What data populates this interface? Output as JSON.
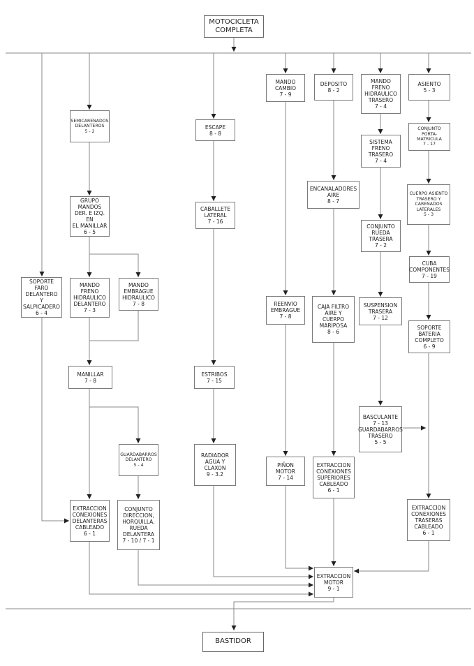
{
  "diagram": {
    "top": "MOTOCICLETA\nCOMPLETA",
    "bottom": "BASTIDOR",
    "boxes": {
      "semicarenados": "SEMICARENADOS\nDELANTEROS\n5 - 2",
      "grupo_mandos": "GRUPO\nMANDOS\nDER. E IZQ. EN\nEL MANILLAR\n6 - 5",
      "soporte_faro": "SOPORTE\nFARO\nDELANTERO\nY SALPICADERO\n6 - 4",
      "mando_freno_del": "MANDO\nFRENO\nHIDRAULICO\nDELANTERO\n7 - 3",
      "mando_embrague": "MANDO\nEMBRAGUE\nHIDRAULICO\n7 - 8",
      "manillar": "MANILLAR\n7 - 8",
      "guardabarros_del": "GUARDABARROS\nDELANTERO\n5 - 4",
      "extraccion_del": "EXTRACCION\nCONEXIONES\nDELANTERAS\nCABLEADO\n6 - 1",
      "conjunto_direccion": "CONJUNTO\nDIRECCION,\nHORQUILLA,\nRUEDA\nDELANTERA\n7 - 10 / 7 - 1",
      "escape": "ESCAPE\n8 - 8",
      "caballete": "CABALLETE\nLATERAL\n7 - 16",
      "estribos": "ESTRIBOS\n7 - 15",
      "radiador": "RADIADOR\nAGUA Y\nCLAXON\n9 - 3.2",
      "mando_cambio": "MANDO\nCAMBIO\n7 - 9",
      "reenvio": "REENVIO\nEMBRAGUE\n7 - 8",
      "pinon": "PIÑON\nMOTOR\n7 - 14",
      "deposito": "DEPOSITO\n8 - 2",
      "encanaladores": "ENCANALADORES\nAIRE\n8 - 7",
      "caja_filtro": "CAJA FILTRO\nAIRE Y\nCUERPO\nMARIPOSA\n8 - 6",
      "extraccion_sup": "EXTRACCION\nCONEXIONES\nSUPERIORES\nCABLEADO\n6 - 1",
      "mando_freno_tras": "MANDO\nFRENO\nHIDRAULICO\nTRASERO\n7 - 4",
      "sistema_freno": "SISTEMA\nFRENO\nTRASERO\n7 - 4",
      "conjunto_rueda": "CONJUNTO\nRUEDA\nTRASERA\n7 - 2",
      "suspension": "SUSPENSION\nTRASERA\n7 - 12",
      "basculante": "BASCULANTE\n7 - 13\nGUARDABARROS\nTRASERO\n5 - 5",
      "asiento": "ASIENTO\n5 - 3",
      "portamatricula": "CONJUNTO\nPORTA-\nMATRICULA\n7 - 17",
      "cuerpo_asiento": "CUERPO ASIENTO\nTRASERO Y\nCARENADOS\nLATERALES\n5 - 3",
      "cuba": "CUBA\nCOMPONENTES\n7 - 19",
      "soporte_bateria": "SOPORTE\nBATERIA\nCOMPLETO\n6 - 9",
      "extraccion_tras": "EXTRACCION\nCONEXIONES\nTRASERAS\nCABLEADO\n6 - 1",
      "extraccion_motor": "EXTRACCION\nMOTOR\n9 - 1"
    }
  }
}
